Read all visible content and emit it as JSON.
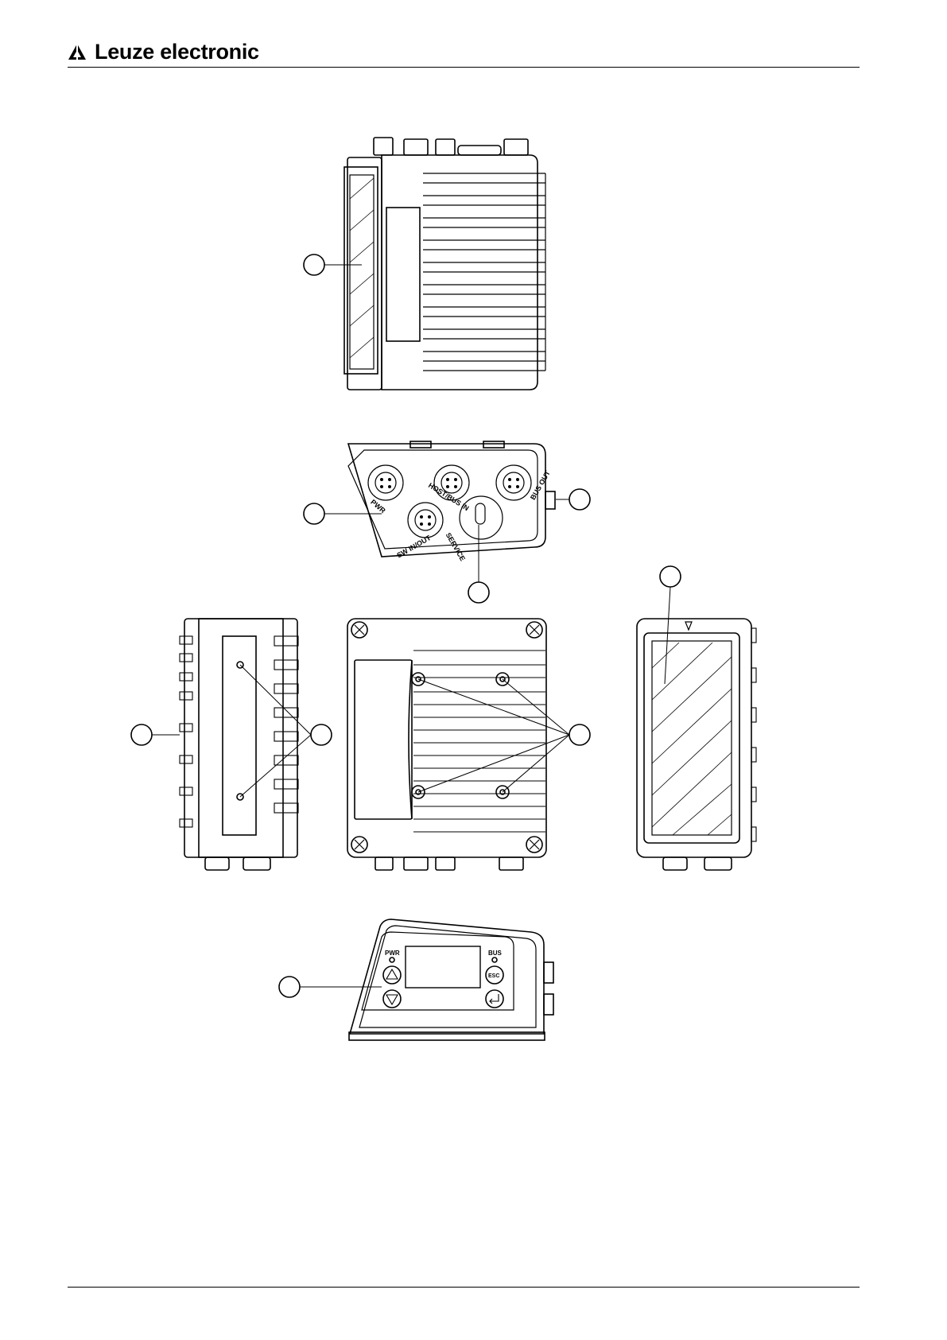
{
  "header": {
    "brand": "Leuze electronic",
    "logo_icon": "leuze-triangle-icon"
  },
  "drawing": {
    "connector_labels": {
      "pwr": "PWR",
      "host_bus_in": "HOST/BUS IN",
      "bus_out": "BUS OUT",
      "sw_in_out": "SW IN/OUT",
      "service": "SERVICE"
    },
    "display_panel": {
      "pwr_led_label": "PWR",
      "bus_led_label": "BUS",
      "esc_label": "ESC"
    }
  }
}
